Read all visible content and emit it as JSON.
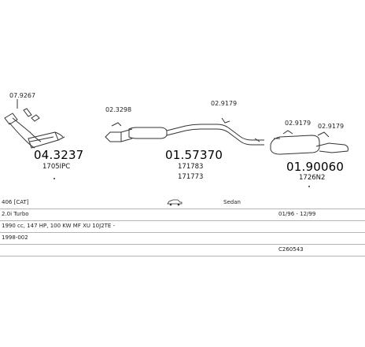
{
  "parts": [
    {
      "code": "04.3237",
      "refs": [
        "1705IPC"
      ]
    },
    {
      "code": "01.57370",
      "refs": [
        "171783",
        "171773"
      ]
    },
    {
      "code": "01.90060",
      "refs": [
        "1726N2"
      ]
    }
  ],
  "accessories": [
    "07.9267",
    "02.3298",
    "02.9179",
    "02.9179",
    "02.9179"
  ],
  "vehicle": {
    "model": "406 [CAT]",
    "body": "Sedan",
    "engine": "2.0i Turbo",
    "years": "01/96 - 12/99",
    "spec": "1990 cc, 147 HP, 100 KW MF XU 10J2TE -",
    "code": "1998-002",
    "ref": "C260543"
  },
  "icons": {
    "car": "car-sedan-icon"
  }
}
